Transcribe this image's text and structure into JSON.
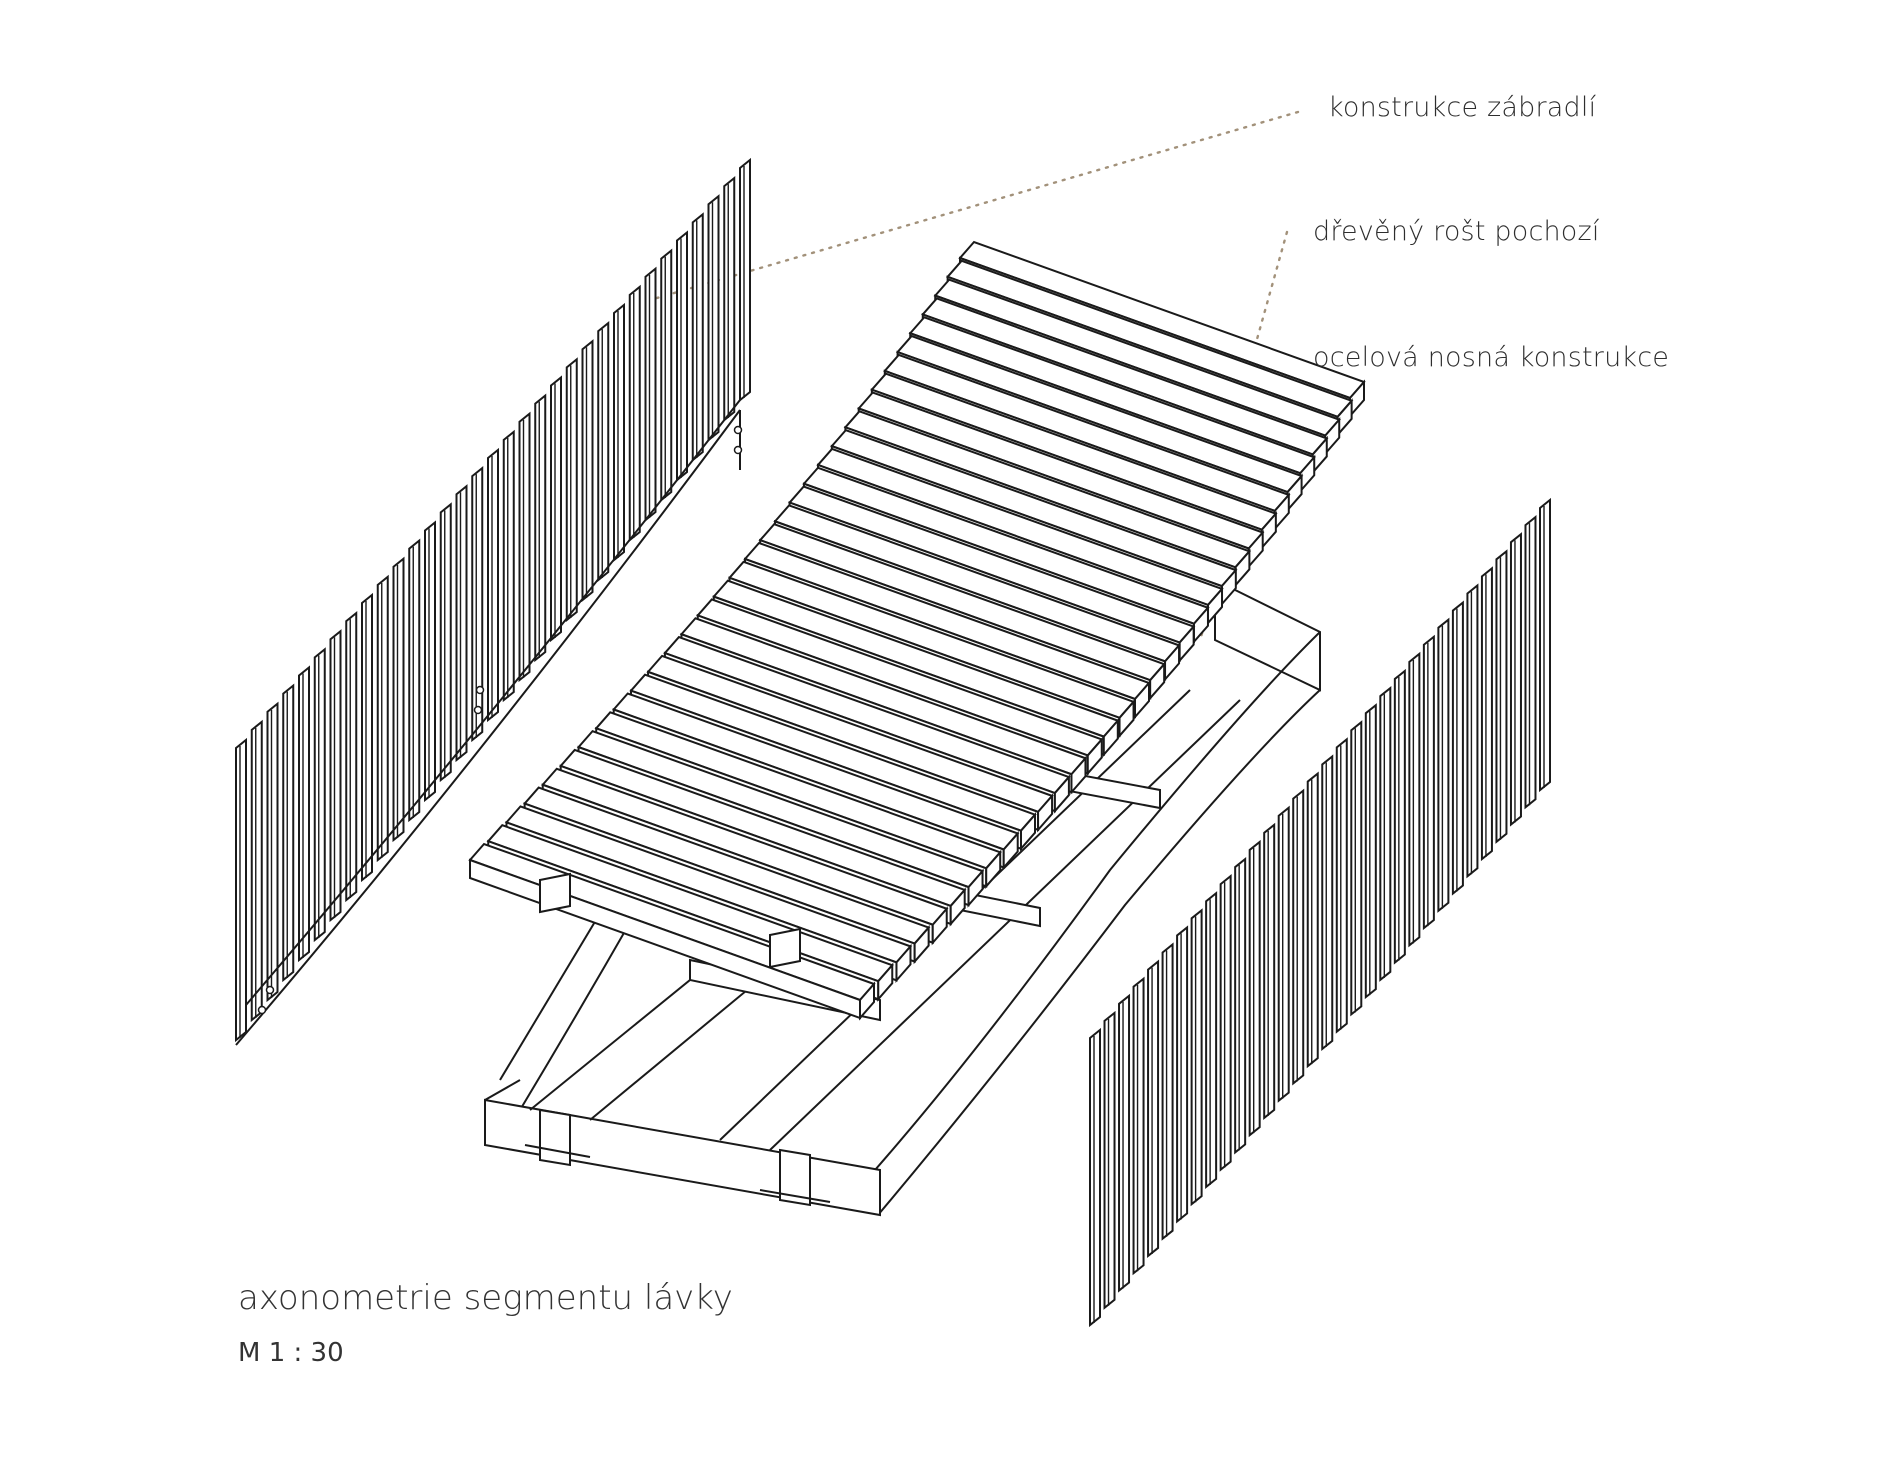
{
  "labels": {
    "railing": "konstrukce zábradlí",
    "deck": "dřevěný rošt pochozí",
    "steel": "ocelová nosná konstrukce"
  },
  "caption": {
    "title": "axonometrie segmentu lávky",
    "scale": "M 1 : 30"
  },
  "colors": {
    "line": "#1a1a1a",
    "leader": "#a2917a",
    "background": "#ffffff"
  }
}
